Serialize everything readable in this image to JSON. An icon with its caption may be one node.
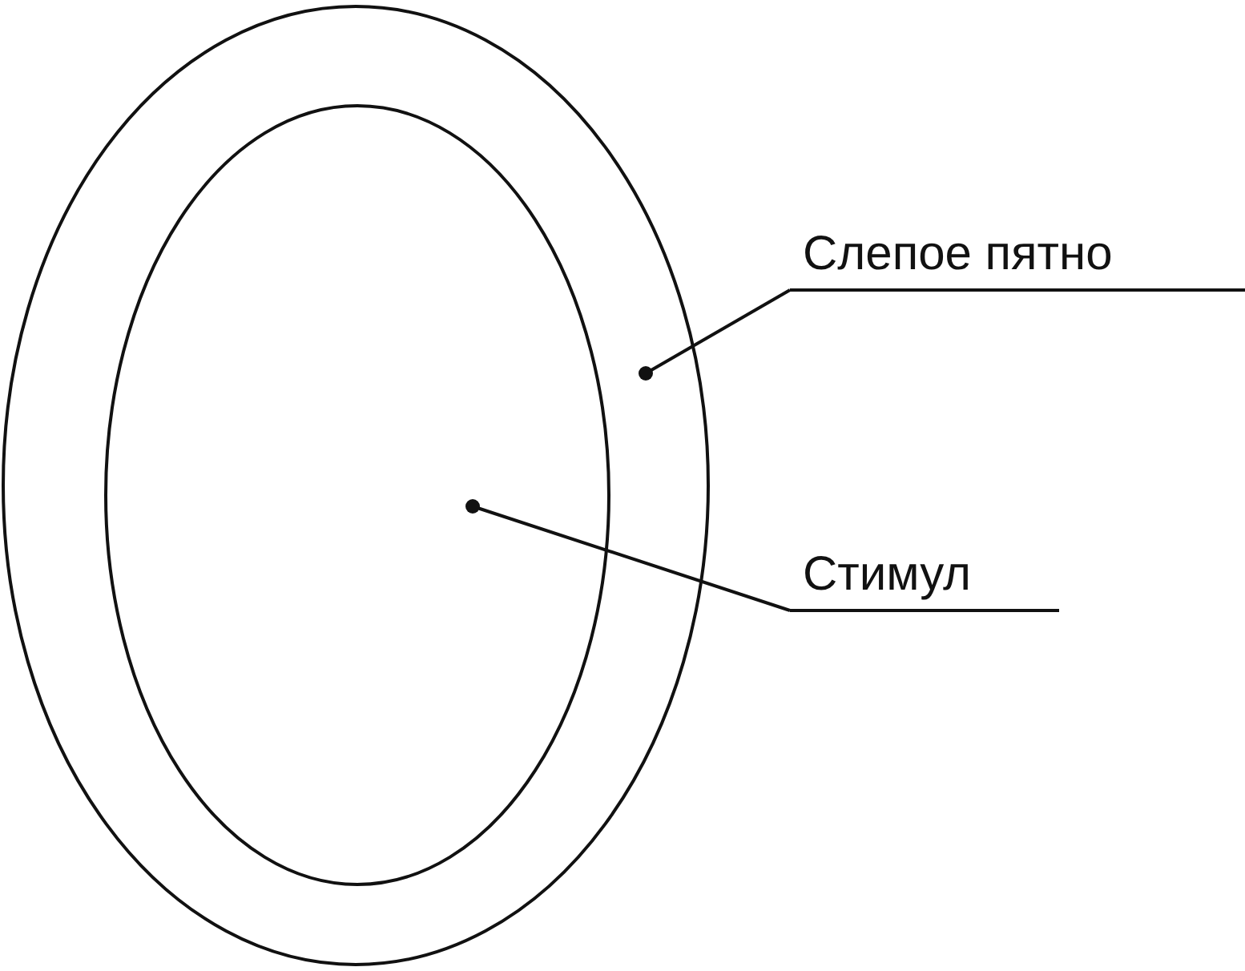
{
  "diagram": {
    "nodes": [
      {
        "text": [],
        "shape": "ellipse"
      },
      {
        "text": [],
        "shape": "ellipse",
        "in": 0
      },
      {
        "text": [
          "Слепое пятно"
        ]
      },
      {
        "text": [
          "Стимул"
        ]
      }
    ],
    "edges": [
      {
        "from": 2,
        "to": 0,
        "arrow": "other"
      },
      {
        "from": 3,
        "to": 1,
        "arrow": "other"
      }
    ]
  }
}
